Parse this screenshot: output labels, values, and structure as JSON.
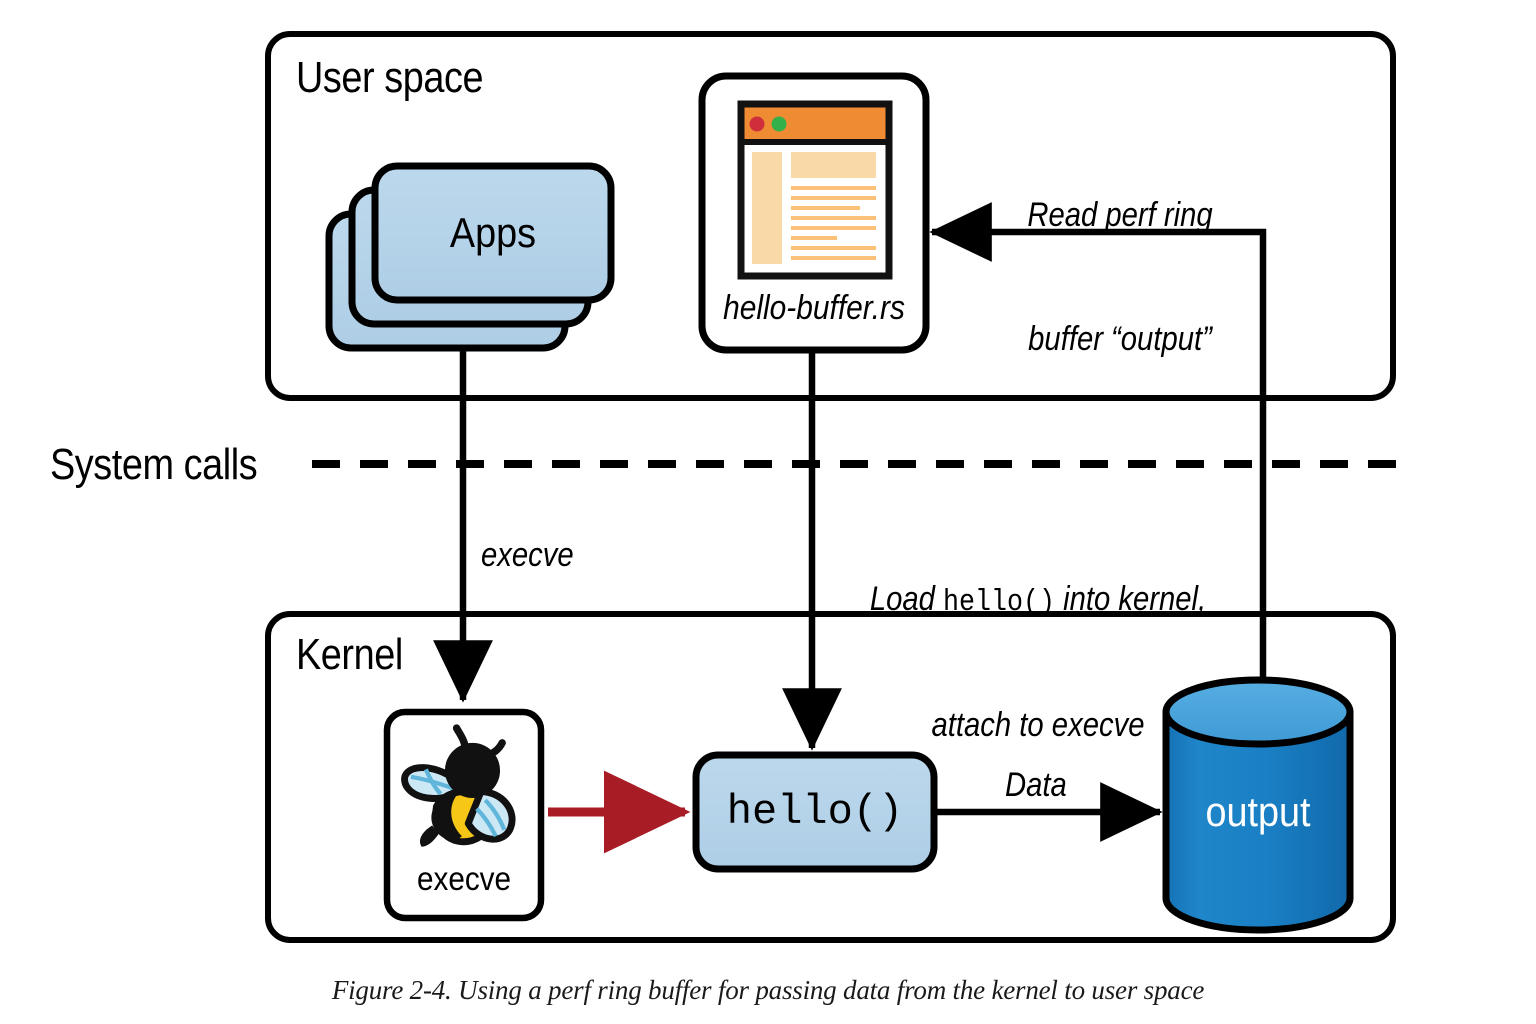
{
  "figure": {
    "caption": "Figure 2-4. Using a perf ring buffer for passing data from the kernel to user space"
  },
  "regions": {
    "user_space": {
      "title": "User space"
    },
    "kernel": {
      "title": "Kernel"
    },
    "boundary": {
      "label": "System calls"
    }
  },
  "nodes": {
    "apps": {
      "label": "Apps"
    },
    "source_file": {
      "label": "hello-buffer.rs"
    },
    "execve_probe": {
      "label": "execve"
    },
    "hello_fn": {
      "label": "hello()"
    },
    "output_map": {
      "label": "output"
    }
  },
  "edges": {
    "execve_syscall": {
      "label": "execve"
    },
    "load_attach": {
      "line1_prefix": "Load ",
      "line1_mono": "hello()",
      "line1_suffix": " into kernel,",
      "line2": "attach to execve"
    },
    "data": {
      "label": "Data"
    },
    "read_ring_buffer": {
      "line1": "Read perf ring",
      "line2": "buffer “output”"
    }
  },
  "icons": {
    "bee": "bee-icon",
    "window": "window-mockup-icon",
    "traffic_light_red": "window-dot-red",
    "traffic_light_green": "window-dot-green",
    "cylinder": "database-cylinder-icon"
  },
  "colors": {
    "node_fill": "#b6d4e8",
    "stroke": "#000000",
    "cylinder_body": "#1a7fc4",
    "cylinder_top": "#4ba3db",
    "red_arrow": "#a81c26",
    "window_bar": "#ef8b33",
    "window_block": "#fad9a8",
    "dot_red": "#cf2e3a",
    "dot_green": "#33b049",
    "bee_yellow": "#f6c717",
    "bee_wing": "#cde8f5"
  }
}
